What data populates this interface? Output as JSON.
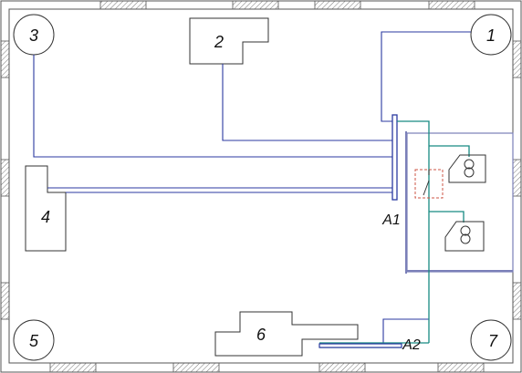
{
  "labels": {
    "n1": "1",
    "n2": "2",
    "n3": "3",
    "n4": "4",
    "n5": "5",
    "n6": "6",
    "n7": "7",
    "a1": "A1",
    "a2": "A2"
  },
  "colors": {
    "wall": "#555555",
    "hatch": "#777777",
    "cable_blue": "#2b3aa0",
    "cable_teal": "#178a82",
    "room_border": "#7a7fb8",
    "device_outline": "#333333",
    "switch_dash": "#cc5544"
  }
}
